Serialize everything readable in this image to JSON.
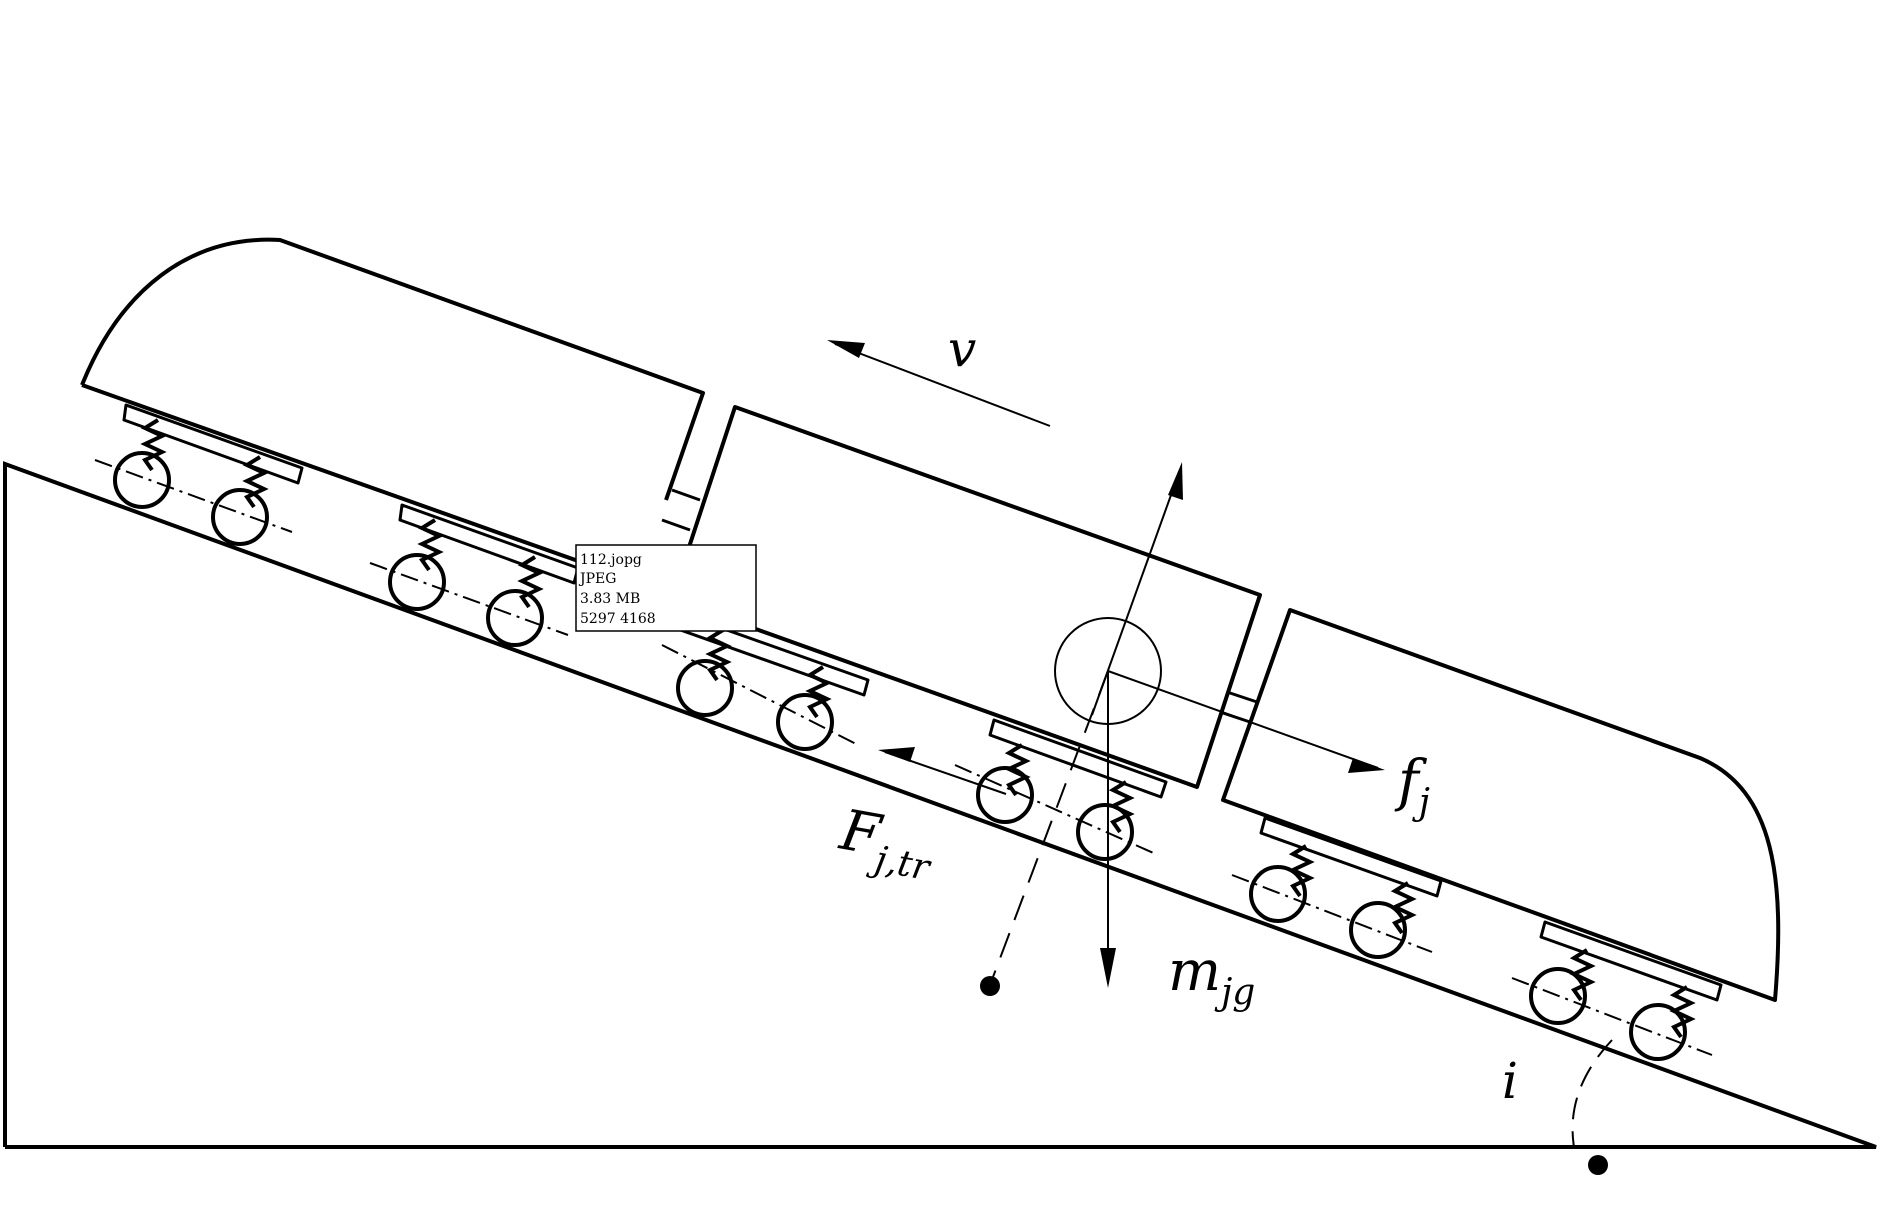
{
  "colors": {
    "line": "#000000",
    "background": "#ffffff"
  },
  "labels": {
    "velocity": "v",
    "drag_base": "f",
    "drag_sub": "j",
    "traction_base": "F",
    "traction_sub": "j,tr",
    "gravity_base": "m",
    "gravity_sub": "jg",
    "slope_angle": "i"
  },
  "tooltip": {
    "file_name": "112.jopg",
    "rows": [
      {
        "left": "JPEG",
        "right": ""
      },
      {
        "left": "3.83  MB",
        "right": ""
      },
      {
        "left": "5297  4168",
        "right": ""
      }
    ]
  }
}
